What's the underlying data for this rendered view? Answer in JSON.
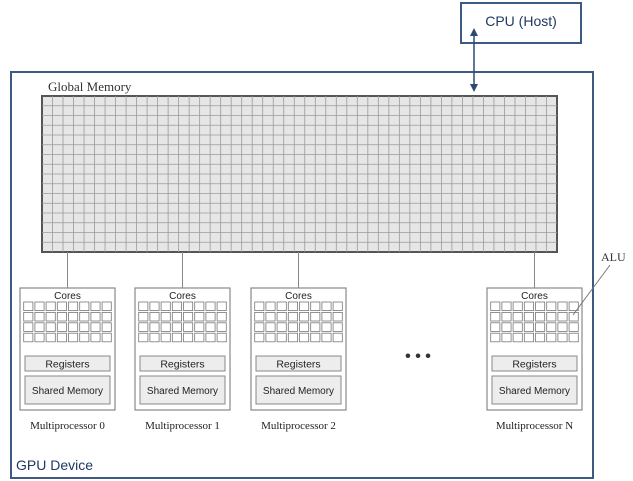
{
  "host": {
    "label": "CPU (Host)"
  },
  "device": {
    "label": "GPU Device"
  },
  "global_memory": {
    "label": "Global Memory"
  },
  "multiprocessors": [
    {
      "name": "Multiprocessor 0",
      "cores_label": "Cores",
      "registers_label": "Registers",
      "shared_memory_label": "Shared Memory"
    },
    {
      "name": "Multiprocessor 1",
      "cores_label": "Cores",
      "registers_label": "Registers",
      "shared_memory_label": "Shared Memory"
    },
    {
      "name": "Multiprocessor 2",
      "cores_label": "Cores",
      "registers_label": "Registers",
      "shared_memory_label": "Shared Memory"
    },
    {
      "name": "Multiprocessor N",
      "cores_label": "Cores",
      "registers_label": "Registers",
      "shared_memory_label": "Shared Memory"
    }
  ],
  "ellipsis": "• • •",
  "alu_label": "ALU",
  "colors": {
    "device_border": "#3c5a82",
    "host_text": "#1f3864",
    "memory_fill": "#e6e6e6",
    "memory_border": "#555555",
    "mp_border": "#888888"
  }
}
